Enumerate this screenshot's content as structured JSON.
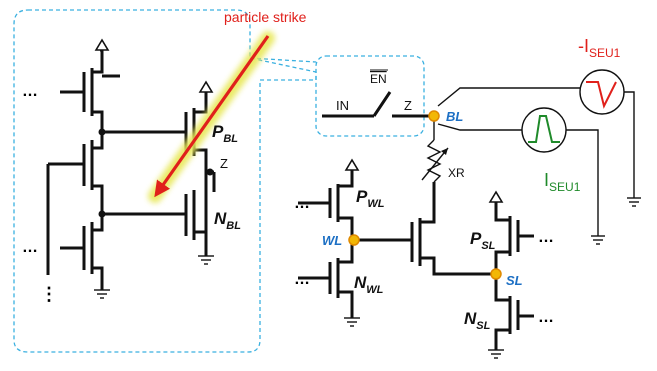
{
  "strike_label": "particle strike",
  "switch": {
    "in": "IN",
    "en": "EN",
    "out": "Z"
  },
  "latch_out": "Z",
  "ellipsis": "…",
  "vellipsis": "⋮",
  "labels": {
    "p_bl": {
      "main": "P",
      "sub": "BL"
    },
    "n_bl": {
      "main": "N",
      "sub": "BL"
    },
    "p_wl": {
      "main": "P",
      "sub": "WL"
    },
    "n_wl": {
      "main": "N",
      "sub": "WL"
    },
    "p_sl": {
      "main": "P",
      "sub": "SL"
    },
    "n_sl": {
      "main": "N",
      "sub": "SL"
    }
  },
  "nodes": {
    "bl": "BL",
    "wl": "WL",
    "sl": "SL"
  },
  "resistor": "XR",
  "sources": {
    "neg": {
      "main": "-I",
      "sub": "SEU1"
    },
    "pos": {
      "main": "I",
      "sub": "SEU1"
    }
  },
  "colors": {
    "node_blue": "#1c6fc4",
    "strike_red": "#e0201b",
    "neg_source": "#e0201b",
    "pos_source": "#1f8a2a",
    "glow": "#e8e85a",
    "callout": "#3ab0e0"
  }
}
